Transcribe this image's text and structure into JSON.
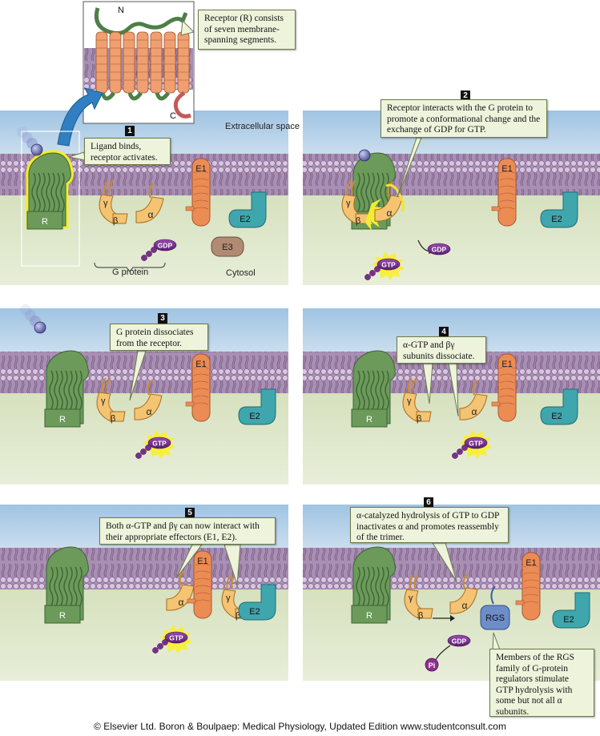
{
  "top_callout": "Receptor (R) consists of seven membrane-spanning segments.",
  "top_labels": {
    "n_terminus": "N",
    "c_terminus": "C"
  },
  "panels": [
    {
      "step": "1",
      "text": "Ligand binds, receptor activates."
    },
    {
      "step": "2",
      "text": "Receptor interacts with the G protein to promote a conformational change and the exchange of GDP for GTP."
    },
    {
      "step": "3",
      "text": "G protein dissociates from the receptor."
    },
    {
      "step": "4",
      "text": "α-GTP and βγ subunits dissociate."
    },
    {
      "step": "5",
      "text": "Both α-GTP and βγ can now interact with their appropriate effectors (E1, E2)."
    },
    {
      "step": "6",
      "text": "α-catalyzed hydrolysis of GTP to GDP inactivates α and promotes reassembly of the trimer."
    }
  ],
  "rgs_callout": "Members of the RGS family of G-protein regulators stimulate GTP hydrolysis with some but not all α subunits.",
  "region_labels": {
    "extracellular": "Extracellular space",
    "cytosol": "Cytosol",
    "g_protein": "G protein"
  },
  "molecule_labels": {
    "receptor": "R",
    "alpha": "α",
    "beta": "β",
    "gamma": "γ",
    "effector1": "E1",
    "effector2": "E2",
    "effector3": "E3",
    "gdp": "GDP",
    "gtp": "GTP",
    "rgs": "RGS",
    "pi": "Pi"
  },
  "footer": "© Elsevier Ltd. Boron & Boulpaep: Medical Physiology, Updated Edition    www.studentconsult.com",
  "colors": {
    "extracellular": "#b6d3ea",
    "cytosol": "#d6e3bf",
    "membrane": "#9c7fa6",
    "receptor": "#5f8a52",
    "alpha": "#f3c06a",
    "effector1": "#e98a52",
    "effector2": "#3aa4ad",
    "gdp": "#7a2f8c",
    "callout": "#eef4dc"
  }
}
